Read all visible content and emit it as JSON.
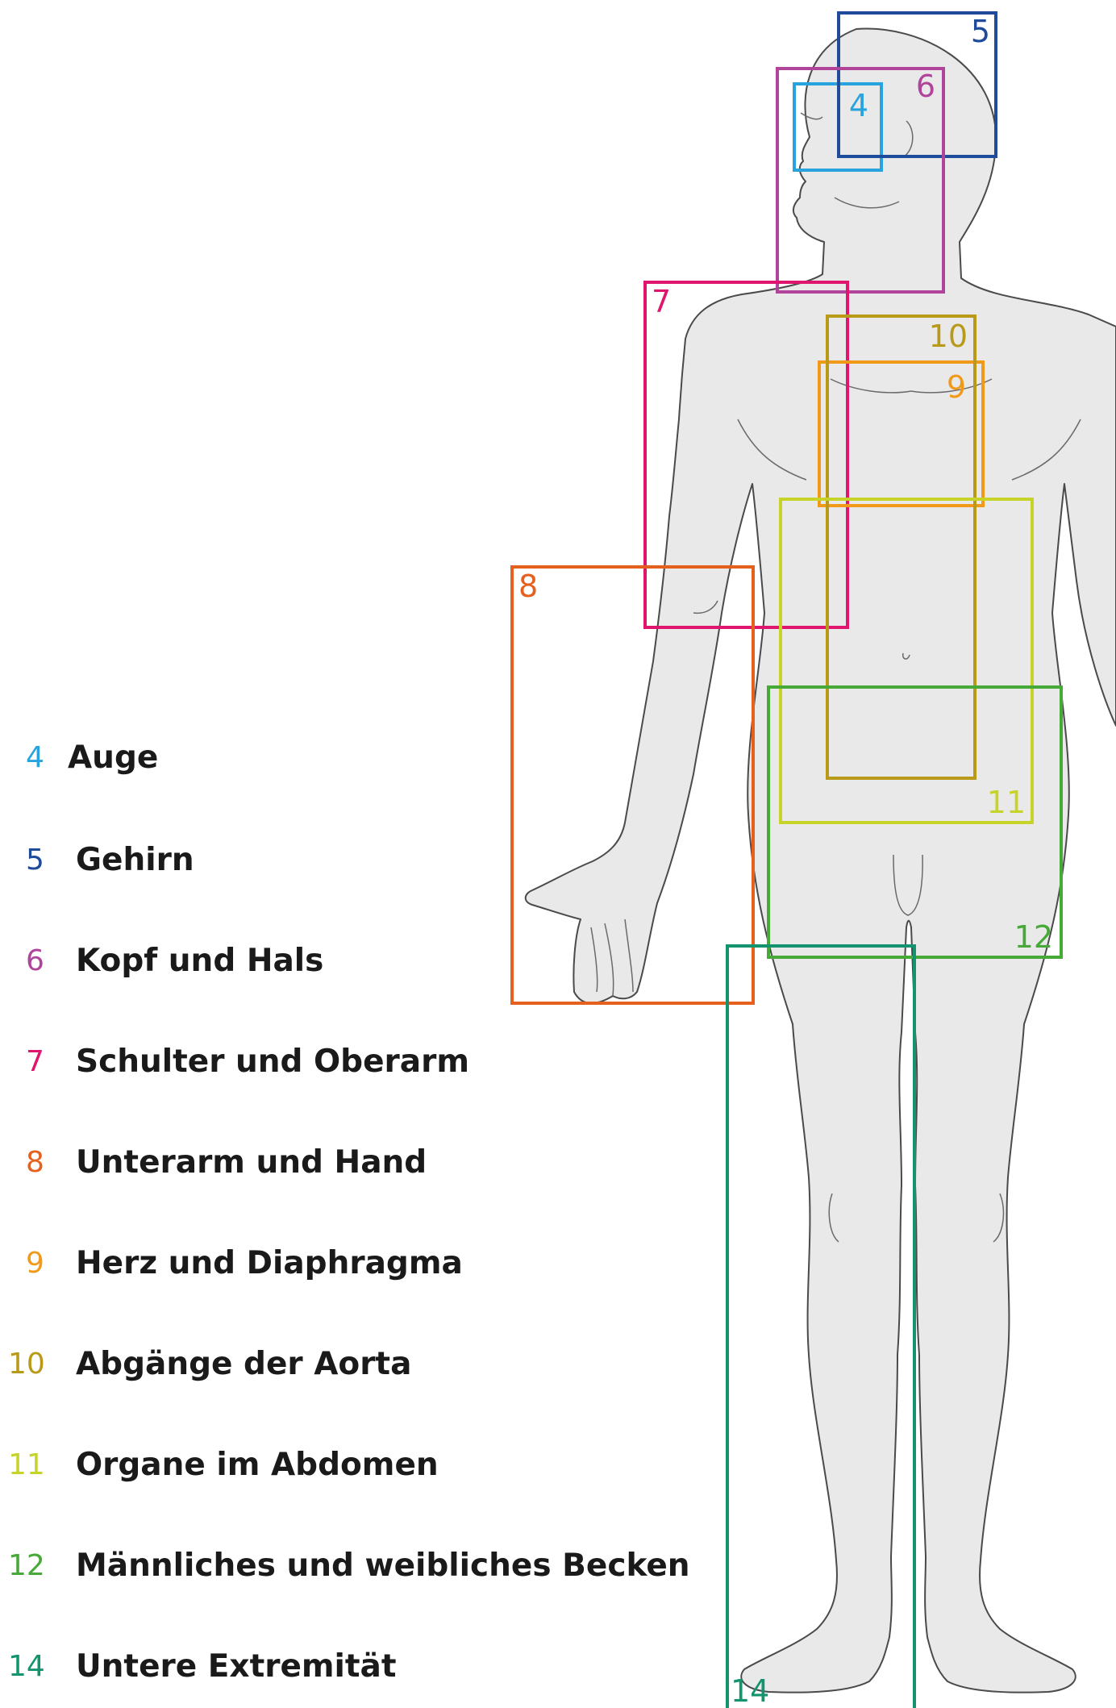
{
  "regions": [
    {
      "id": "4",
      "label": "Auge",
      "color": "#29a3dd"
    },
    {
      "id": "5",
      "label": "Gehirn",
      "color": "#1f4b9b"
    },
    {
      "id": "6",
      "label": "Kopf und Hals",
      "color": "#b0449a"
    },
    {
      "id": "7",
      "label": "Schulter und Oberarm",
      "color": "#e0156e"
    },
    {
      "id": "8",
      "label": "Unterarm und Hand",
      "color": "#e4601c"
    },
    {
      "id": "9",
      "label": "Herz und Diaphragma",
      "color": "#f19a1a"
    },
    {
      "id": "10",
      "label": "Abgänge der Aorta",
      "color": "#b89a18"
    },
    {
      "id": "11",
      "label": "Organe im Abdomen",
      "color": "#c6d42a"
    },
    {
      "id": "12",
      "label": "Männliches und weibliches Becken",
      "color": "#47a938"
    },
    {
      "id": "14",
      "label": "Untere Extremität",
      "color": "#14946e"
    }
  ]
}
